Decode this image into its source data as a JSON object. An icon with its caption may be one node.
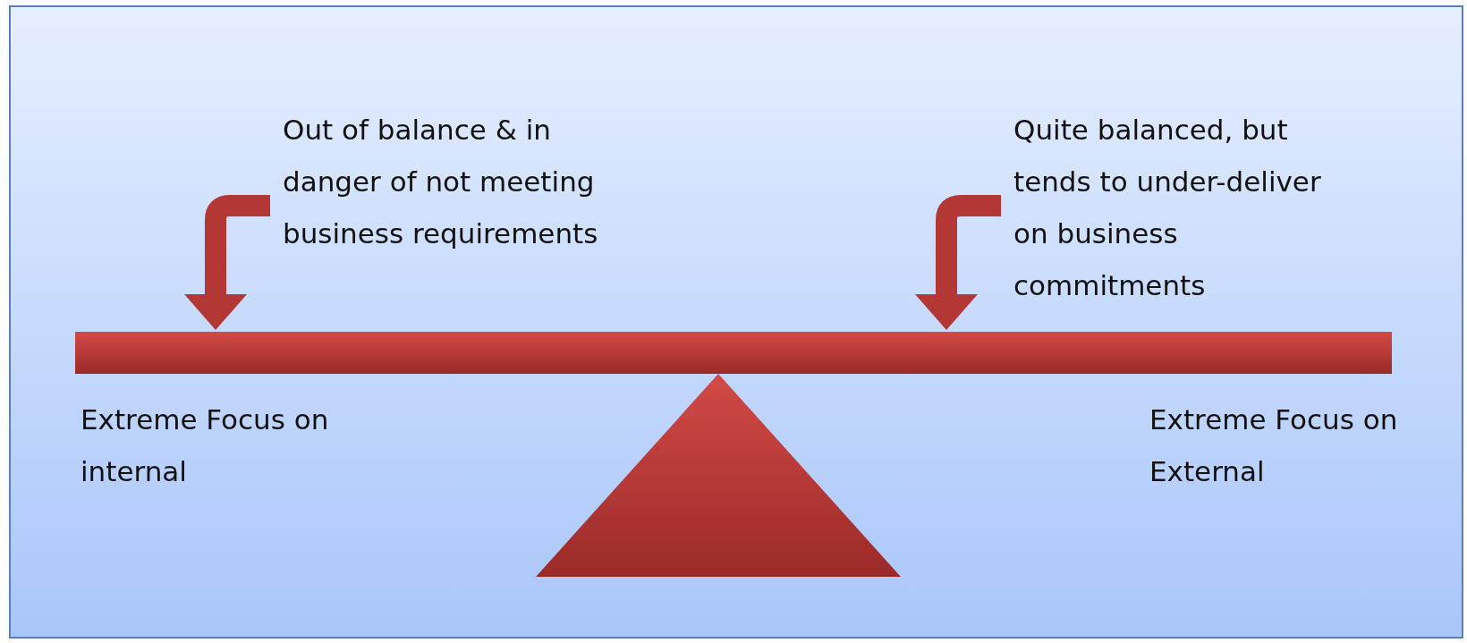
{
  "diagram": {
    "nodes": [
      {
        "text": [
          "Out of balance & in danger of not meeting business requirements"
        ]
      },
      {
        "text": [
          "Quite balanced, but tends to under-deliver on business commitments"
        ]
      },
      {
        "text": [],
        "shape": "bar"
      },
      {
        "text": [],
        "shape": "triangle"
      }
    ],
    "edges": [
      {
        "from": 0,
        "to": 2,
        "arrow": "to"
      },
      {
        "from": 1,
        "to": 2,
        "arrow": "to"
      }
    ],
    "labels": [
      "Extreme Focus on internal",
      "Extreme Focus on External"
    ]
  }
}
